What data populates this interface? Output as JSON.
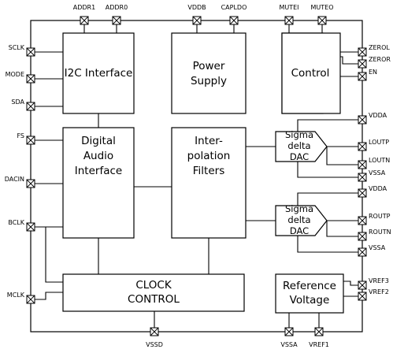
{
  "pins": {
    "top": [
      "ADDR1",
      "ADDR0",
      "VDDB",
      "CAPLDO",
      "MUTEI",
      "MUTEO"
    ],
    "left": [
      "SCLK",
      "MODE",
      "SDA",
      "FS",
      "DACIN",
      "BCLK",
      "MCLK"
    ],
    "right": [
      "ZEROL",
      "ZEROR",
      "EN",
      "VDDA",
      "LOUTP",
      "LOUTN",
      "VSSA",
      "VDDA",
      "ROUTP",
      "ROUTN",
      "VSSA",
      "VREF3",
      "VREF2"
    ],
    "bottom": [
      "VSSD",
      "VSSA",
      "VREF1"
    ]
  },
  "blocks": {
    "i2c": "I2C Interface",
    "power": [
      "Power",
      "Supply"
    ],
    "control": "Control",
    "dai": [
      "Digital",
      "Audio",
      "Interface"
    ],
    "filters": [
      "Inter-",
      "polation",
      "Filters"
    ],
    "dac_left": [
      "Sigma",
      "delta",
      "DAC"
    ],
    "dac_right": [
      "Sigma",
      "delta",
      "DAC"
    ],
    "clock": [
      "CLOCK",
      "CONTROL"
    ],
    "reference": [
      "Reference",
      "Voltage"
    ]
  }
}
